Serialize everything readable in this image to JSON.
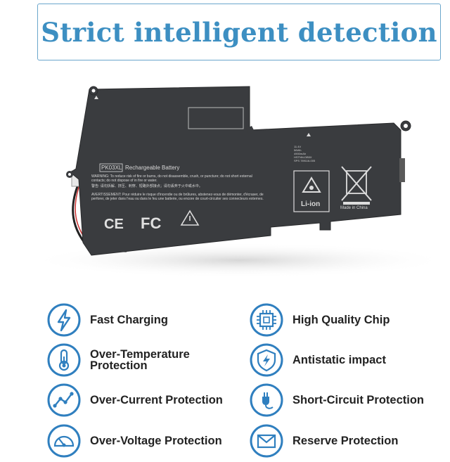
{
  "title": "Strict intelligent detection",
  "battery": {
    "model": "PK03XL",
    "type": "Rechargeable Battery",
    "warning_en": "WARNING: To reduce risk of fire or burns, do not disassemble, crush, or puncture; do not short external contacts; do not dispose of in fire or water.",
    "warning_zh": "警告: 请勿拆解、挤压、刺穿、短路外部接点；请勿丢弃于火中或水中。",
    "warning_fr": "AVERTISSEMENT: Pour réduire le risque d'incendie ou de brûlures, abstenez-vous de démonter, d'écraser, de perforer, de jeter dans l'eau ou dans le feu une batterie, ou encore de court-circuiter ses connecteurs externes.",
    "cert_ce": "CE",
    "cert_fc": "FC",
    "recycle_label": "Li-ion",
    "origin": "Made in China",
    "spec_lines": [
      "11.4V",
      "56Wh",
      "4900mAh",
      "HSTNN-DB5X",
      "SPS 789116-005"
    ]
  },
  "features": {
    "left": [
      {
        "icon": "lightning-icon",
        "label": "Fast Charging"
      },
      {
        "icon": "thermometer-icon",
        "label": "Over-Temperature",
        "label2": "Protection"
      },
      {
        "icon": "current-wave-icon",
        "label": "Over-Current Protection"
      },
      {
        "icon": "gauge-icon",
        "label": "Over-Voltage Protection"
      }
    ],
    "right": [
      {
        "icon": "chip-icon",
        "label": "High Quality Chip"
      },
      {
        "icon": "shield-lightning-icon",
        "label": "Antistatic impact"
      },
      {
        "icon": "plug-icon",
        "label": "Short-Circuit Protection"
      },
      {
        "icon": "envelope-icon",
        "label": "Reserve Protection"
      }
    ]
  },
  "colors": {
    "accent": "#3d8fc2",
    "icon_ring": "#2f7fbf",
    "battery_body": "#3a3c3f"
  }
}
